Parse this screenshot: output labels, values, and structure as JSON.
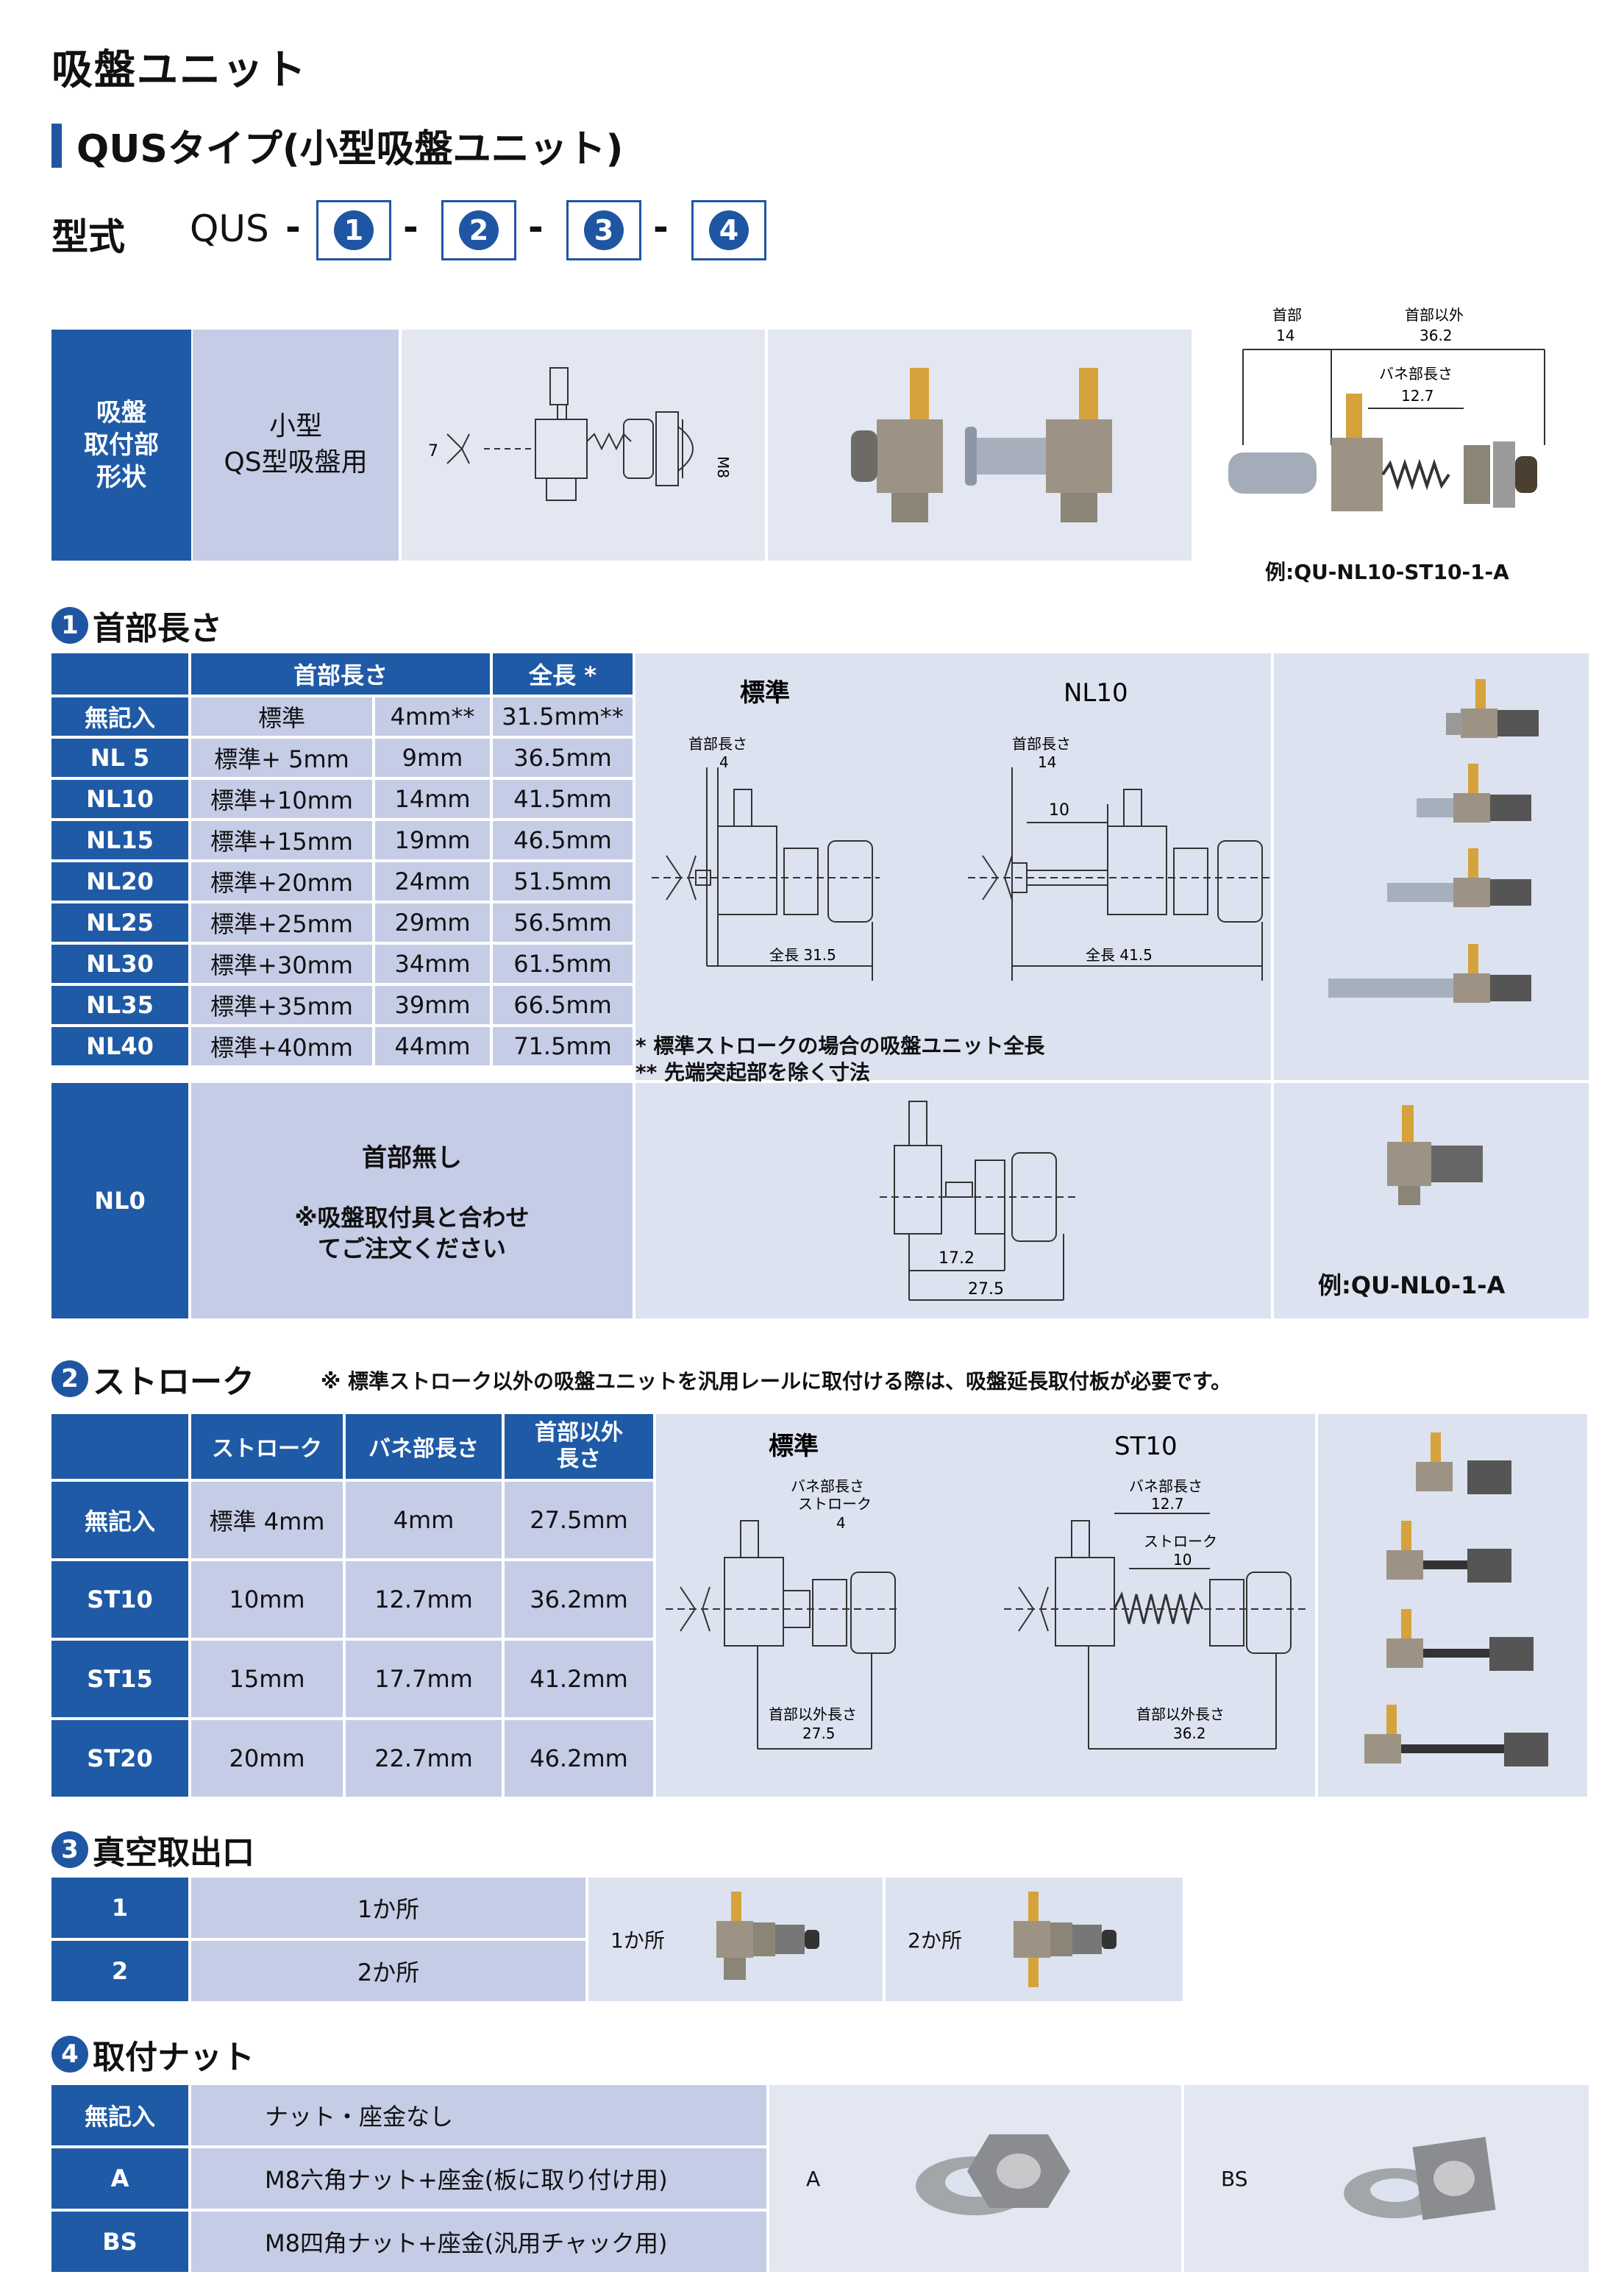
{
  "page_title": "吸盤ユニット",
  "subtitle": "QUSタイプ(小型吸盤ユニット)",
  "model": {
    "label": "型式",
    "prefix": "QUS",
    "dash": "-",
    "slots": [
      "1",
      "2",
      "3",
      "4"
    ]
  },
  "mount": {
    "header": "吸盤\n取付部\n形状",
    "value": "小型\nQS型吸盤用",
    "drawing_label": "M8",
    "dim_7": "7"
  },
  "example_top": {
    "neck_label": "首部",
    "neck_val": "14",
    "other_label": "首部以外",
    "other_val": "36.2",
    "spring_label": "バネ部長さ",
    "spring_val": "12.7",
    "caption": "例:QU-NL10-ST10-1-A"
  },
  "sec1": {
    "num": "1",
    "title": "首部長さ",
    "col_neck": "首部長さ",
    "col_total": "全長 *",
    "rows": [
      {
        "code": "無記入",
        "desc": "標準",
        "len": "4mm**",
        "total": "31.5mm**"
      },
      {
        "code": "NL 5",
        "desc": "標準+ 5mm",
        "len": "9mm",
        "total": "36.5mm"
      },
      {
        "code": "NL10",
        "desc": "標準+10mm",
        "len": "14mm",
        "total": "41.5mm"
      },
      {
        "code": "NL15",
        "desc": "標準+15mm",
        "len": "19mm",
        "total": "46.5mm"
      },
      {
        "code": "NL20",
        "desc": "標準+20mm",
        "len": "24mm",
        "total": "51.5mm"
      },
      {
        "code": "NL25",
        "desc": "標準+25mm",
        "len": "29mm",
        "total": "56.5mm"
      },
      {
        "code": "NL30",
        "desc": "標準+30mm",
        "len": "34mm",
        "total": "61.5mm"
      },
      {
        "code": "NL35",
        "desc": "標準+35mm",
        "len": "39mm",
        "total": "66.5mm"
      },
      {
        "code": "NL40",
        "desc": "標準+40mm",
        "len": "44mm",
        "total": "71.5mm"
      }
    ],
    "diagram_std": "標準",
    "diagram_nl10": "NL10",
    "std_neck_label": "首部長さ",
    "std_neck_val": "4",
    "nl10_neck_label": "首部長さ",
    "nl10_neck_val": "14",
    "nl10_ten": "10",
    "std_total": "全長 31.5",
    "nl10_total": "全長 41.5",
    "note1": "* 標準ストロークの場合の吸盤ユニット全長",
    "note2": "** 先端突起部を除く寸法",
    "nl0_code": "NL0",
    "nl0_text1": "首部無し",
    "nl0_text2": "※吸盤取付具と合わせてご注文ください",
    "nl0_dim1": "17.2",
    "nl0_dim2": "27.5",
    "nl0_example": "例:QU-NL0-1-A"
  },
  "sec2": {
    "num": "2",
    "title": "ストローク",
    "note": "※ 標準ストローク以外の吸盤ユニットを汎用レールに取付ける際は、吸盤延長取付板が必要です。",
    "col_stroke": "ストローク",
    "col_spring": "バネ部長さ",
    "col_other": "首部以外\n長さ",
    "rows": [
      {
        "code": "無記入",
        "stroke": "標準 4mm",
        "spring": "4mm",
        "other": "27.5mm"
      },
      {
        "code": "ST10",
        "stroke": "10mm",
        "spring": "12.7mm",
        "other": "36.2mm"
      },
      {
        "code": "ST15",
        "stroke": "15mm",
        "spring": "17.7mm",
        "other": "41.2mm"
      },
      {
        "code": "ST20",
        "stroke": "20mm",
        "spring": "22.7mm",
        "other": "46.2mm"
      }
    ],
    "diagram_std": "標準",
    "diagram_st10": "ST10",
    "std_spring_label": "バネ部長さ",
    "std_stroke_label": "ストローク",
    "std_val": "4",
    "st10_spring_label": "バネ部長さ",
    "st10_spring_val": "12.7",
    "st10_stroke_label": "ストローク",
    "st10_stroke_val": "10",
    "std_other_label": "首部以外長さ",
    "std_other_val": "27.5",
    "st10_other_label": "首部以外長さ",
    "st10_other_val": "36.2"
  },
  "sec3": {
    "num": "3",
    "title": "真空取出口",
    "rows": [
      {
        "code": "1",
        "desc": "1か所"
      },
      {
        "code": "2",
        "desc": "2か所"
      }
    ],
    "img1_label": "1か所",
    "img2_label": "2か所"
  },
  "sec4": {
    "num": "4",
    "title": "取付ナット",
    "rows": [
      {
        "code": "無記入",
        "desc": "ナット・座金なし"
      },
      {
        "code": "A",
        "desc": "M8六角ナット+座金(板に取り付け用)"
      },
      {
        "code": "BS",
        "desc": "M8四角ナット+座金(汎用チャック用)"
      }
    ],
    "img1_label": "A",
    "img2_label": "BS"
  },
  "colors": {
    "dark_blue": "#1f5aa6",
    "light_blue": "#c5cce6",
    "pale_blue": "#dde2f0"
  }
}
